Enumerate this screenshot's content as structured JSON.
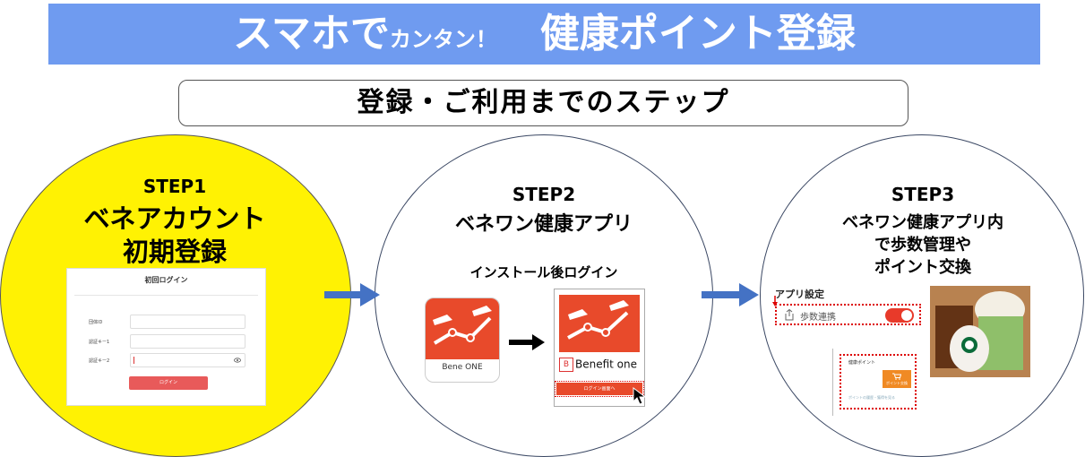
{
  "banner": {
    "part1": "スマホで",
    "part2": "カンタン！",
    "part3": "健康ポイント登録"
  },
  "subtitle": "登録・ご利用までのステップ",
  "step1": {
    "step": "STEP1",
    "line1": "ベネアカウント",
    "line2": "初期登録",
    "login": {
      "title": "初回ログイン",
      "label1": "団体ID",
      "label2": "認証キー1",
      "label3": "認証キー2",
      "button": "ログイン"
    }
  },
  "step2": {
    "step": "STEP2",
    "line1": "ベネワン健康アプリ",
    "instruction": "インストール後ログイン",
    "app_label": "Bene ONE",
    "benefit_logo": "Benefit one",
    "benefit_logo_mark": "B",
    "login_button": "ログイン画面へ"
  },
  "step3": {
    "step": "STEP3",
    "line1": "ベネワン健康アプリ内",
    "line2": "で歩数管理や",
    "line3": "ポイント交換",
    "app_settings": "アプリ設定",
    "step_link": "歩数連携",
    "points_title": "健康ポイント",
    "points_exchange": "ポイント交換",
    "points_link": "ポイントの履歴・獲得を見る"
  },
  "colors": {
    "banner": "#6f9bf0",
    "step1_circle": "#fff203",
    "arrow": "#4472c4",
    "app_red": "#e84a2b"
  }
}
